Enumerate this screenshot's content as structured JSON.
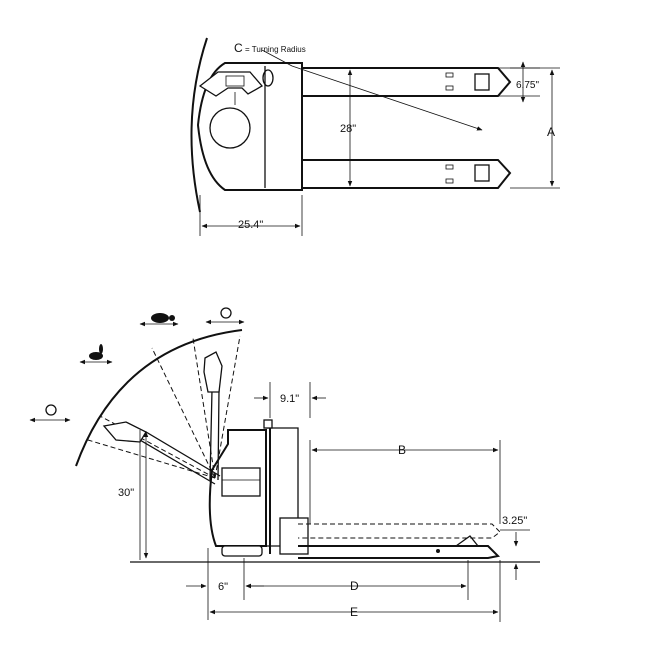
{
  "top_view": {
    "turning_radius_letter": "C",
    "turning_radius_text": "= Turning Radius",
    "fork_width_label": "6.75\"",
    "fork_spread_label": "28\"",
    "overall_width_letter": "A",
    "body_length_label": "25.4\""
  },
  "side_view": {
    "handle_offset_label": "9.1\"",
    "fork_length_letter": "B",
    "handle_height_label": "30\"",
    "lift_height_label": "3.25\"",
    "front_offset_label": "6\"",
    "wheelbase_letter": "D",
    "overall_length_letter": "E"
  },
  "icons": {
    "speed_slow": "turtle-icon",
    "speed_fast": "rabbit-icon",
    "brake_upper": "brake-icon",
    "brake_lower": "brake-icon"
  }
}
